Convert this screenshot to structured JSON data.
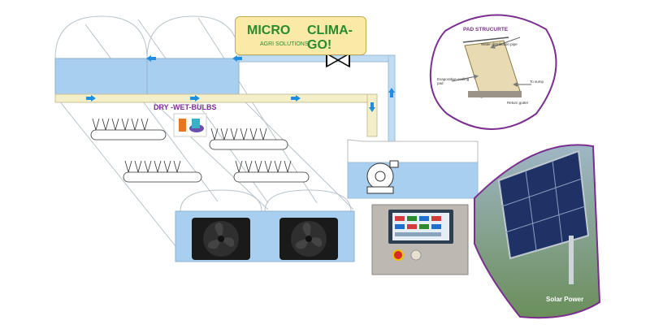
{
  "brand": {
    "name_left": "MICRO",
    "name_right": "CLIMA-GO!",
    "subtitle": "AGRI SOLUTIONS"
  },
  "sensor_label": "DRY -WET-BULBS",
  "pad_structure": {
    "title": "PAD STRUCURTE",
    "labels": {
      "pipe": "Water distribution pipe",
      "pad": "Evaporative cooling pad",
      "sump": "To sump",
      "gutter": "Return gutter"
    }
  },
  "solar_label": "Solar Power",
  "colors": {
    "accent_purple": "#7a2e8e",
    "brand_green": "#2a8a2e",
    "pipe_blue": "#bfdcf2",
    "arrow_blue": "#1e8fe0"
  }
}
